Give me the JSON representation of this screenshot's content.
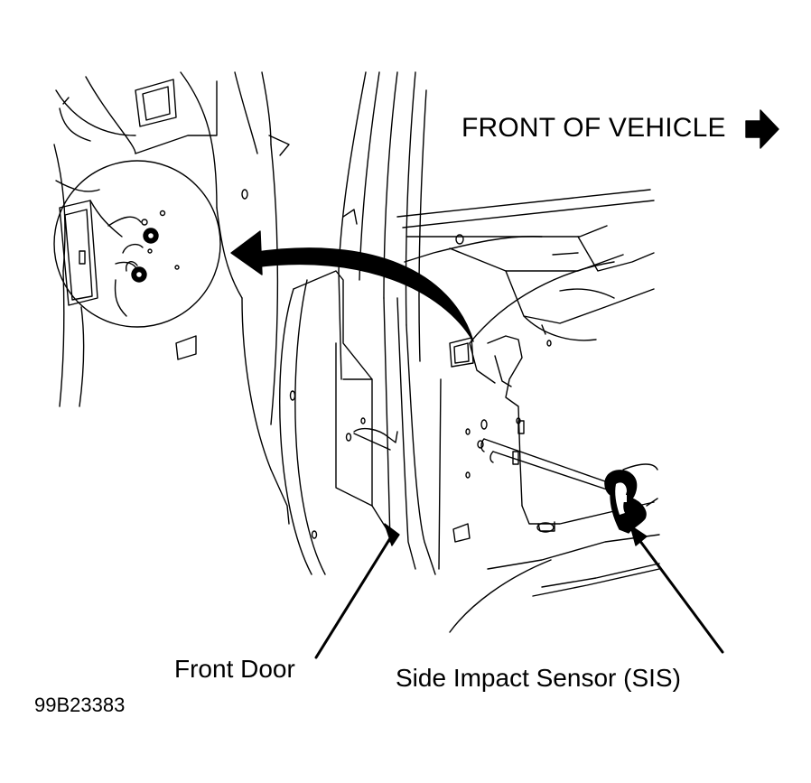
{
  "labels": {
    "front_of_vehicle": "FRONT OF VEHICLE",
    "front_door": "Front Door",
    "side_impact_sensor": "Side Impact Sensor (SIS)",
    "figure_id": "99B23383"
  },
  "icons": {
    "direction_arrow": "right-arrow-icon"
  },
  "colors": {
    "line": "#000000",
    "background": "#ffffff"
  }
}
